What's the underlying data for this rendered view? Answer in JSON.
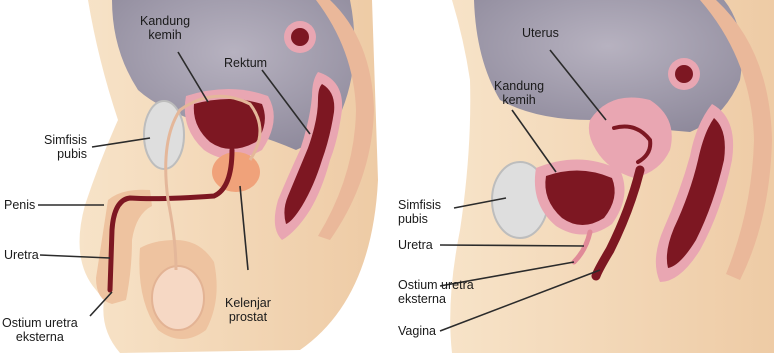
{
  "male": {
    "kandung_kemih": [
      "Kandung",
      "kemih"
    ],
    "rektum": "Rektum",
    "simfisis_pubis": [
      "Simfisis",
      "pubis"
    ],
    "penis": "Penis",
    "uretra": "Uretra",
    "ostium_uretra_eksterna": [
      "Ostium uretra",
      "eksterna"
    ],
    "kelenjar_prostat": [
      "Kelenjar",
      "prostat"
    ]
  },
  "female": {
    "uterus": "Uterus",
    "kandung_kemih": [
      "Kandung",
      "kemih"
    ],
    "simfisis_pubis": [
      "Simfisis",
      "pubis"
    ],
    "uretra": "Uretra",
    "ostium_uretra_eksterna": [
      "Ostium uretra",
      "eksterna"
    ],
    "vagina": "Vagina"
  },
  "colors": {
    "background": "#ffffff",
    "skin": "#f3d9b8",
    "skin_dark": "#e8c49c",
    "cavity": "#a5a0b0",
    "organ_pink": "#e9a6b2",
    "organ_dark": "#7d1722",
    "bone": "#e4e4e4",
    "prostate": "#f0a27a",
    "pointer": "#333333"
  }
}
